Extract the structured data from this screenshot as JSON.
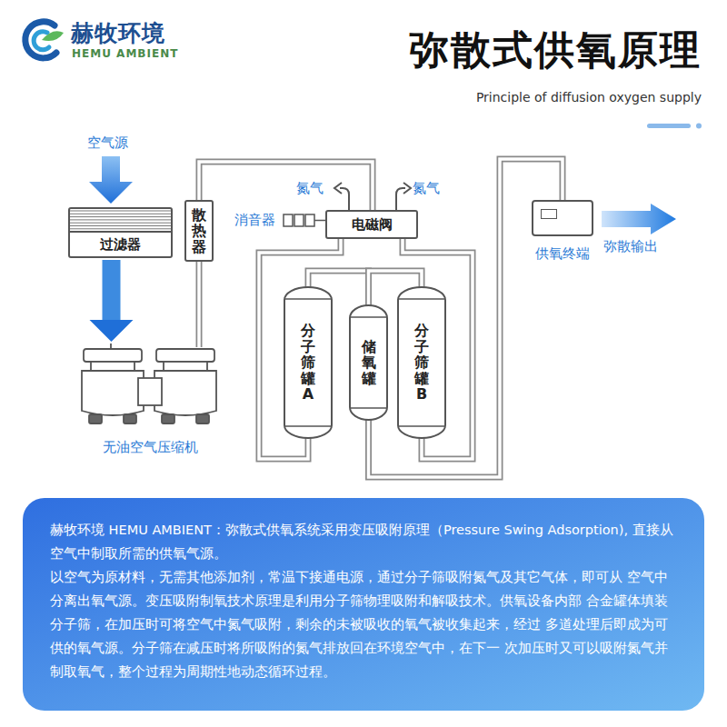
{
  "diagram": {
    "title": "弥散式供氧原理",
    "nodes": [
      {
        "text": [
          "过滤器"
        ]
      },
      {
        "text": [
          "散热器"
        ]
      },
      {
        "text": [
          "电磁阀"
        ]
      },
      {
        "text": [
          "供氧终端"
        ]
      },
      {
        "text": [
          "分子筛罐A"
        ]
      },
      {
        "text": [
          "储氧罐"
        ]
      },
      {
        "text": [
          "分子筛罐B"
        ]
      },
      {
        "text": [
          "无油空气压缩机"
        ]
      },
      {
        "text": [
          "赫牧环境 HEMU AMBIENT：弥散式供氧系统采用变压吸附原理（Pressure Swing Adsorption), 直接从空气中制取所需的供氧气源。",
          "以空气为原材料，无需其他添加剂，常温下接通电源，通过分子筛吸附氮气及其它气体，即可从 空气中分离出氧气源。变压吸附制氧技术原理是利用分子筛物理吸附和解吸技术。供氧设备内部 合金罐体填装分子筛，在加压时可将空气中氮气吸附，剩余的未被吸收的氧气被收集起来，经过 多道处理后即成为可供的氧气源。分子筛在减压时将所吸附的氮气排放回在环境空气中，在下一 次加压时又可以吸附氮气并制取氧气，整个过程为周期性地动态循环过程。"
        ]
      }
    ],
    "edges": [
      {
        "from": 0,
        "to": 7,
        "arrow": "to"
      },
      {
        "from": 7,
        "to": 1,
        "arrow": "none"
      },
      {
        "from": 1,
        "to": 2,
        "arrow": "none"
      },
      {
        "from": 2,
        "to": 4,
        "arrow": "none"
      },
      {
        "from": 2,
        "to": 6,
        "arrow": "none"
      },
      {
        "from": 4,
        "to": 5,
        "arrow": "none"
      },
      {
        "from": 6,
        "to": 5,
        "arrow": "none"
      },
      {
        "from": 5,
        "to": 3,
        "arrow": "none"
      }
    ],
    "labels": [
      "赫牧环境",
      "HEMU AMBIENT",
      "Principle of diffusion oxygen supply",
      "空气源",
      "氮气",
      "氮气",
      "消音器",
      "弥散输出"
    ]
  }
}
